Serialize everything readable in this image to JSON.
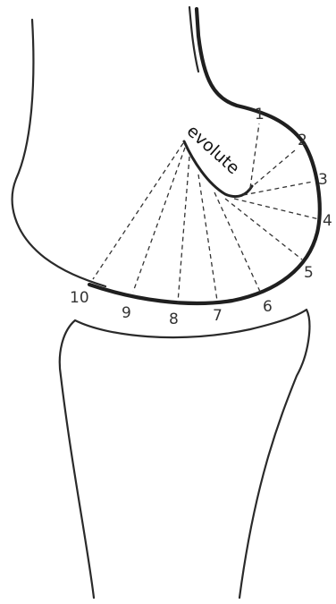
{
  "evolute_label": "evolute",
  "ray_numbers": [
    "1",
    "2",
    "3",
    "4",
    "5",
    "6",
    "7",
    "8",
    "9",
    "10"
  ],
  "colors": {
    "line": "#2a2a2a",
    "background": "#ffffff"
  }
}
